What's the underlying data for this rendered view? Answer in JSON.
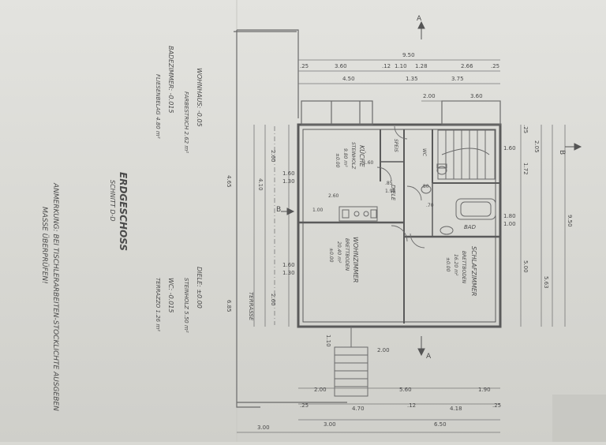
{
  "drawing": {
    "title": "ERDGESCHOSS",
    "subtitle": "SCHNITT D-D",
    "note_line1": "ANMERKUNG: BEI TISCHLERARBEITEN-STOCKLICHTE AUSGEBEN",
    "note_line2": "MASSE ÜBERPRÜFEN!",
    "legend_wohnhaus": "WOHNHAUS: -0.05",
    "legend_farbe": "FARBESTRICH 2.62 m²",
    "legend_badezimmer": "BADEZIMMER: -0.015",
    "legend_fliesen": "FLIESENBELAG 4.80 m²",
    "legend_diele": "DIELE: ±0.00",
    "legend_steinholz": "STEINHOLZ 5.50 m²",
    "legend_wc": "WC: -0.015",
    "legend_terrazzo": "TERRAZZO 1.26 m²"
  },
  "rooms": {
    "kueche": "KÜCHE",
    "kueche_floor": "STEINHOLZ",
    "kueche_area": "9.80 m²",
    "kueche_level": "±0.00",
    "speis": "SPEIS",
    "wc": "WC",
    "diele": "DIELE",
    "wohnzimmer": "WOHNZIMMER",
    "wohnzimmer_floor": "BRETTBODEN",
    "wohnzimmer_area": "20.40 m²",
    "wohnzimmer_level": "±0.00",
    "bad": "BAD",
    "schlafzimmer": "SCHLAFZIMMER",
    "schlafzimmer_floor": "BRETTBODEN",
    "schlafzimmer_area": "16.20 m²",
    "schlafzimmer_level": "±0.00",
    "terrasse": "TERRASSE"
  },
  "section_markers": {
    "a": "A",
    "b": "B"
  },
  "dims": {
    "top_overall": "9.50",
    "top_25a": ".25",
    "top_360": "3.60",
    "top_12": ".12",
    "top_110": "1.10",
    "top_128": "1.28",
    "top_266": "2.66",
    "top_25b": ".25",
    "top_450": "4.50",
    "top_135": "1.35",
    "top_375": "3.75",
    "top_200": "2.00",
    "top_360b": "3.60",
    "left_465": "4.65",
    "left_685": "6.85",
    "left_260a": "2.60",
    "left_160a": "1.60",
    "left_130a": "1.30",
    "left_160b": "1.60",
    "left_130b": "1.30",
    "left_260b": "2.60",
    "left_410": "4.10",
    "left_110": "1.10",
    "left_200": "2.00",
    "bot_200": "2.00",
    "bot_560": "5.60",
    "bot_190": "1.90",
    "bot_25a": ".25",
    "bot_470": "4.70",
    "bot_12": ".12",
    "bot_418": "4.18",
    "bot_25b": ".25",
    "bot_300a": "3.00",
    "bot_300b": "3.00",
    "bot_650": "6.50",
    "right_25": ".25",
    "right_205": "2.05",
    "right_160": "1.60",
    "right_172": "1.72",
    "right_500": "5.00",
    "right_563": "5.63",
    "right_950": "9.50",
    "right_180": "1.80",
    "right_100": "1.00",
    "door_160": "1.60",
    "door_260": "2.60",
    "door_100": "1.00",
    "door_85": ".85",
    "door_195": "1.95",
    "door_80": ".80",
    "door_70": ".70"
  }
}
